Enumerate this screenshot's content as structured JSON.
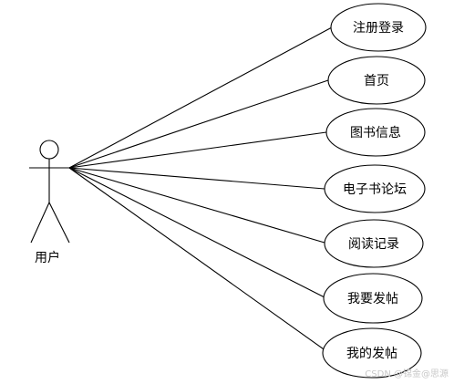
{
  "diagram": {
    "type": "use-case",
    "actor": {
      "name": "用户"
    },
    "use_cases": [
      {
        "label": "注册登录"
      },
      {
        "label": "首页"
      },
      {
        "label": "图书信息"
      },
      {
        "label": "电子书论坛"
      },
      {
        "label": "阅读记录"
      },
      {
        "label": "我要发帖"
      },
      {
        "label": "我的发帖"
      }
    ]
  },
  "watermark": "CSDN @锦金@思源"
}
